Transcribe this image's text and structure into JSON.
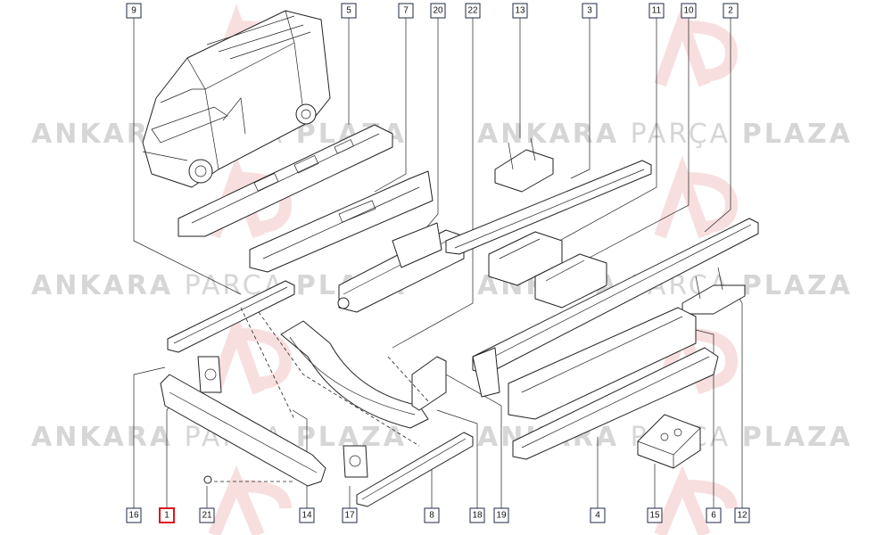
{
  "watermark": {
    "brand_part1": "ANKARA",
    "brand_part2": "PARÇA",
    "brand_part3": "PLAZA"
  },
  "callouts_top": [
    "9",
    "5",
    "7",
    "20",
    "22",
    "13",
    "3",
    "11",
    "10",
    "2"
  ],
  "callouts_bottom": [
    "16",
    "1",
    "21",
    "14",
    "17",
    "8",
    "18",
    "19",
    "4",
    "15",
    "6",
    "12"
  ],
  "selected_callout": "1",
  "colors": {
    "callout_border": "#1f2a44",
    "selected_border": "#e0141c",
    "watermark_text": "#d6d6d6",
    "watermark_logo": "#f3c4c4"
  }
}
